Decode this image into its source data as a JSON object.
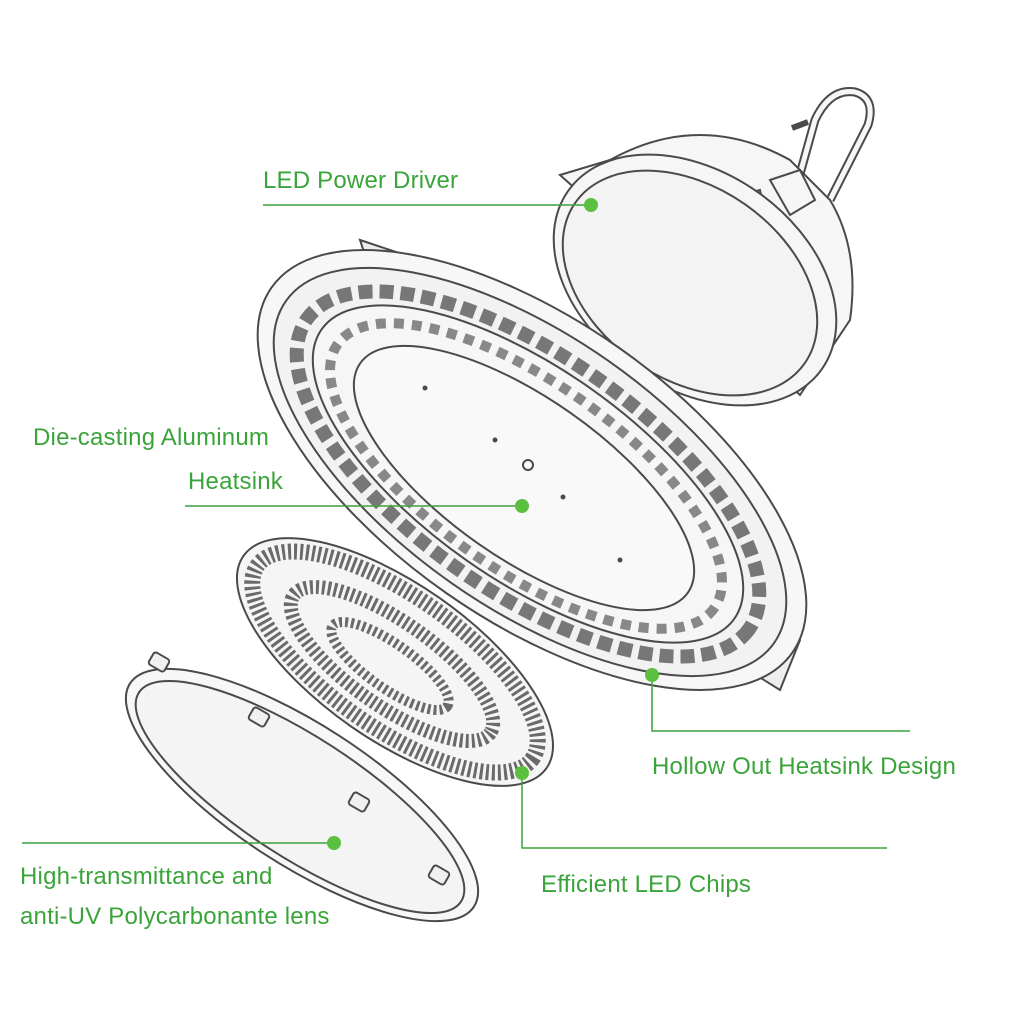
{
  "colors": {
    "accent": "#3aa43a",
    "dot": "#5bbf3f",
    "outline": "#4a4a4a",
    "fill": "#f6f6f6"
  },
  "labels": {
    "power_driver": "LED Power Driver",
    "heatsink_line1": "Die-casting  Aluminum",
    "heatsink_line2": "Heatsink",
    "hollow_design": "Hollow Out Heatsink  Design",
    "led_chips": "Efficient LED Chips",
    "lens_line1": "High-transmittance and",
    "lens_line2": "anti-UV Polycarbonante lens"
  }
}
